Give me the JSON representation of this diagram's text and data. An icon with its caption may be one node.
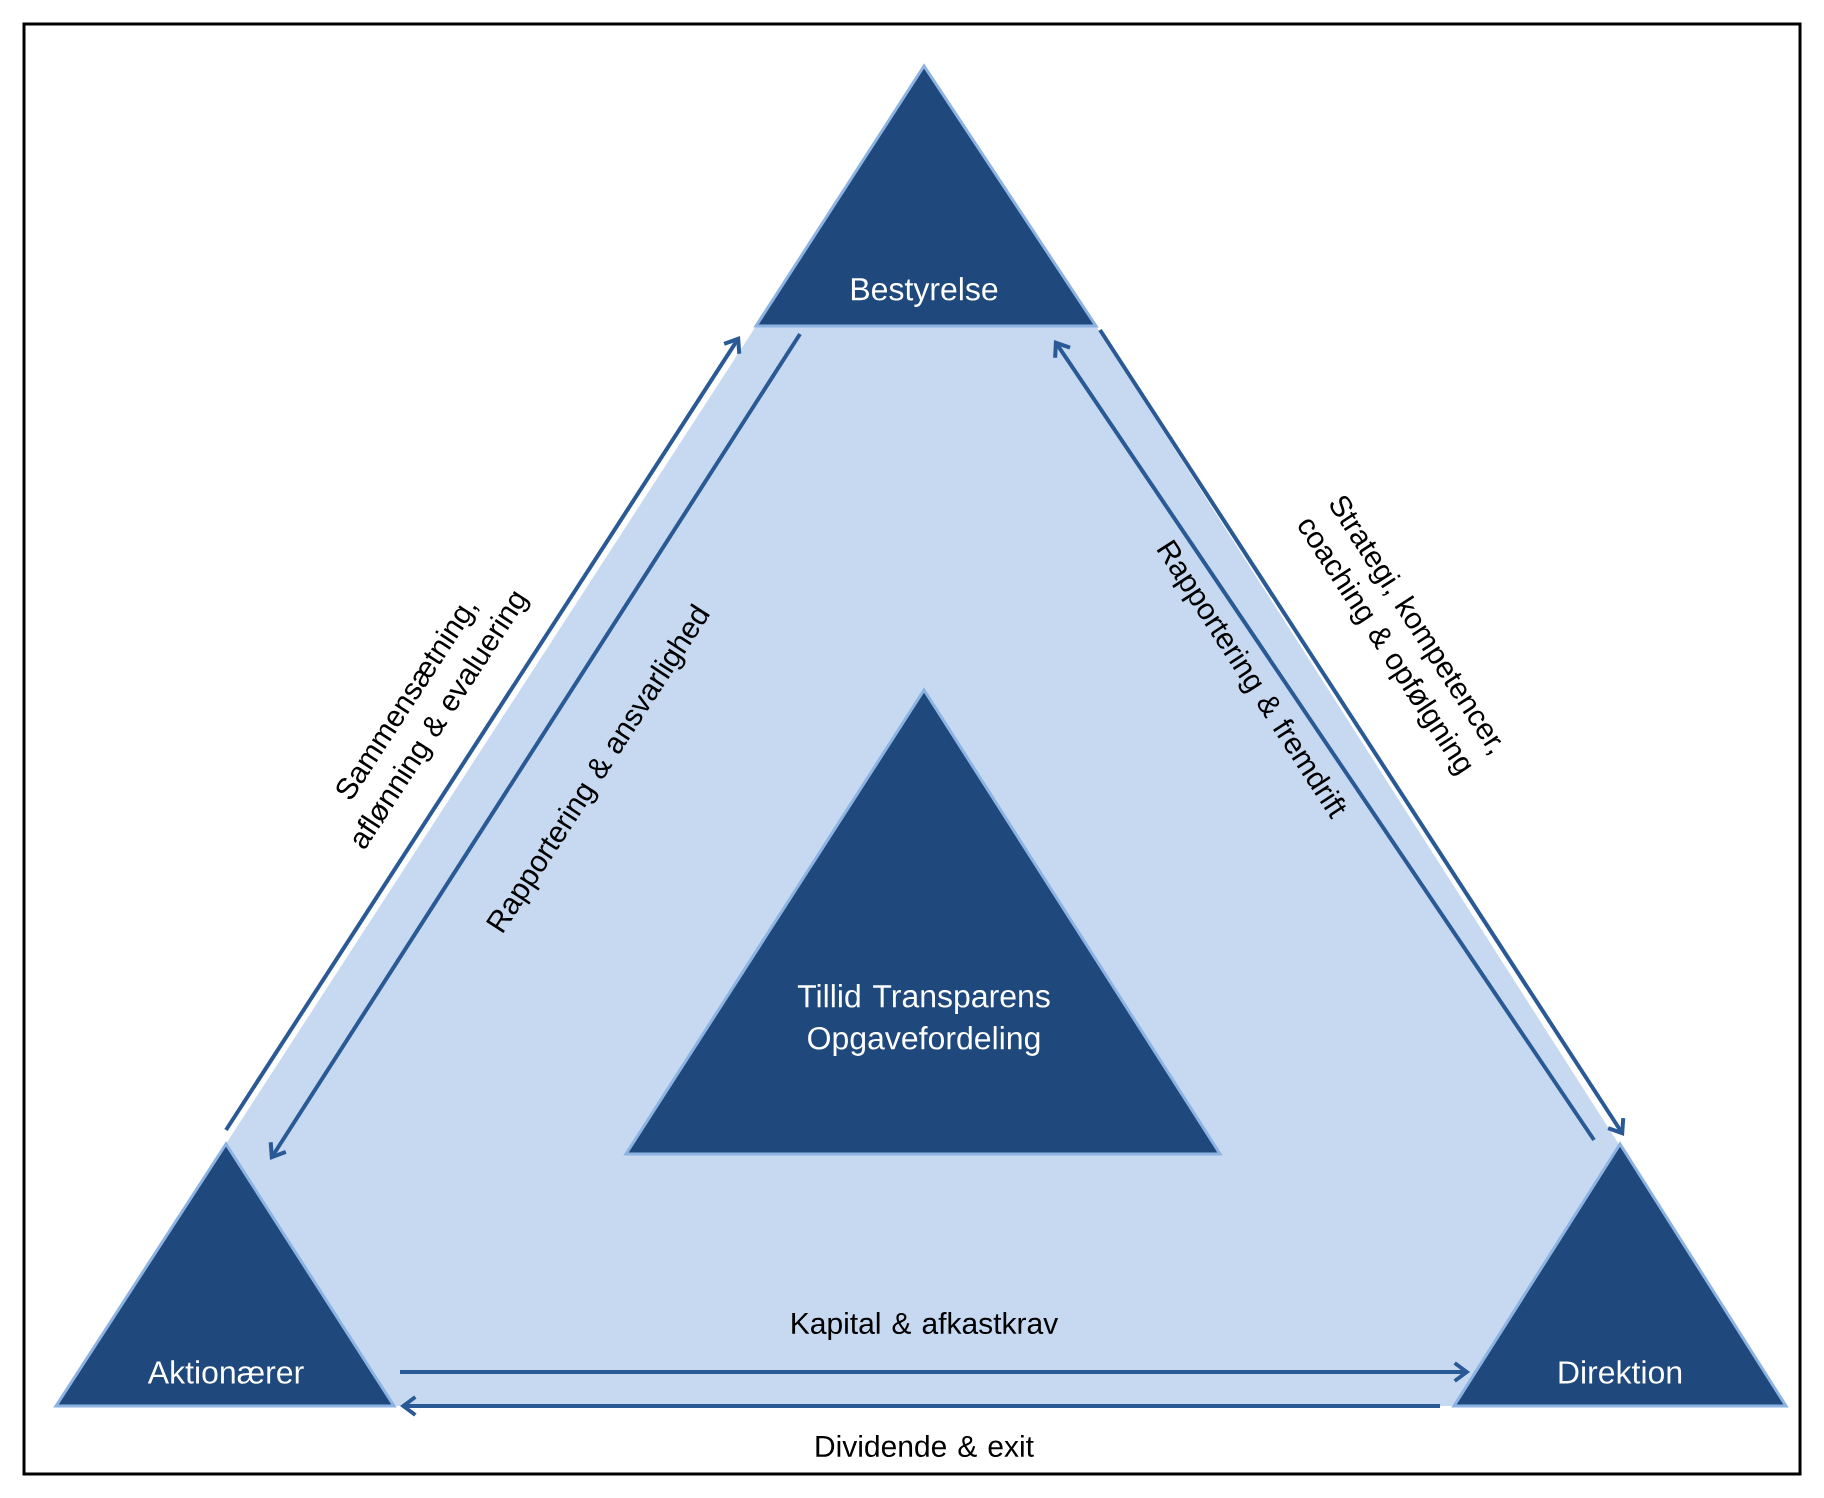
{
  "diagram": {
    "nodes": [
      {
        "text": [
          "Bestyrelse"
        ]
      },
      {
        "text": [
          "Aktionærer"
        ]
      },
      {
        "text": [
          "Direktion"
        ]
      },
      {
        "text": [
          "Tillid Transparens Opgavefordeling"
        ]
      }
    ],
    "edges": [
      {
        "from": 1,
        "to": 0,
        "arrow": "to",
        "label": "Sammensætning, aflønning & evaluering"
      },
      {
        "from": 0,
        "to": 1,
        "arrow": "to",
        "label": "Rapportering & ansvarlighed"
      },
      {
        "from": 0,
        "to": 2,
        "arrow": "to",
        "label": "Strategi, kompetencer, coaching & opfølgning"
      },
      {
        "from": 2,
        "to": 0,
        "arrow": "to",
        "label": "Rapportering & fremdrift"
      },
      {
        "from": 1,
        "to": 2,
        "arrow": "to",
        "label": "Kapital & afkastkrav"
      },
      {
        "from": 2,
        "to": 1,
        "arrow": "to",
        "label": "Dividende & exit"
      }
    ]
  }
}
